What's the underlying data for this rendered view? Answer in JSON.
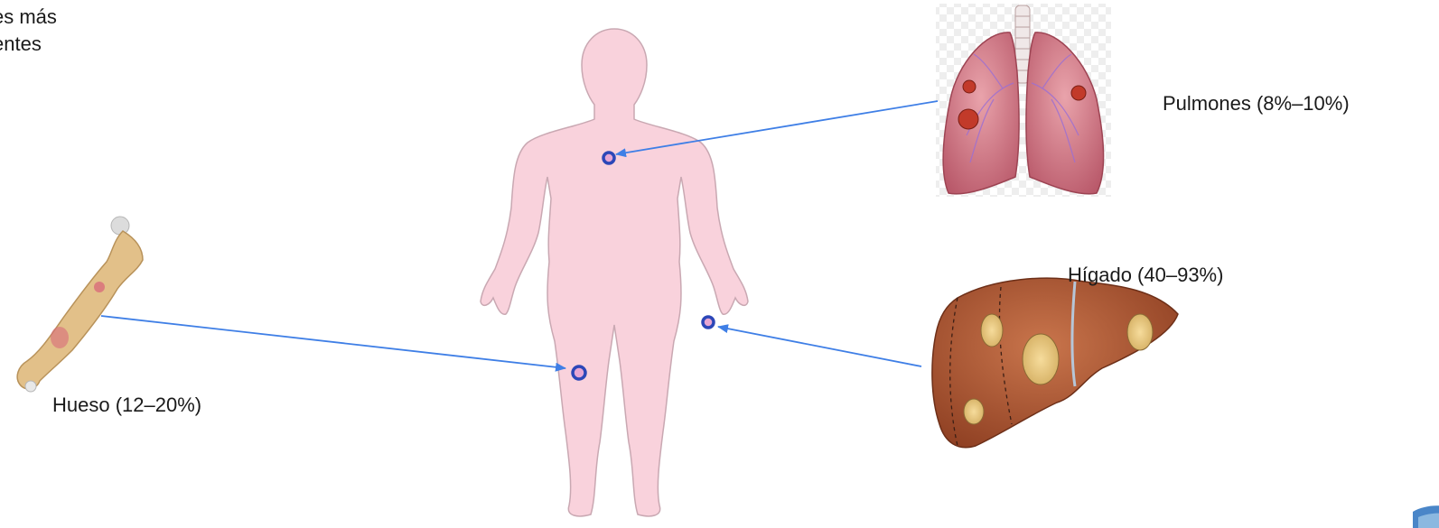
{
  "corner_text": [
    "es más",
    "entes"
  ],
  "labels": {
    "pulmones": "Pulmones (8%–10%)",
    "higado": "Hígado (40–93%)",
    "hueso": "Hueso (12–20%)"
  },
  "colors": {
    "body_fill": "#f9d2dc",
    "body_outline": "#c9a8b2",
    "arrow": "#3f7fe6",
    "marker_ring": "#2c47b8",
    "marker_fill": "#e7a6d3",
    "lung": "#c9717c",
    "liver": "#a8502e",
    "bone": "#e2c089"
  }
}
